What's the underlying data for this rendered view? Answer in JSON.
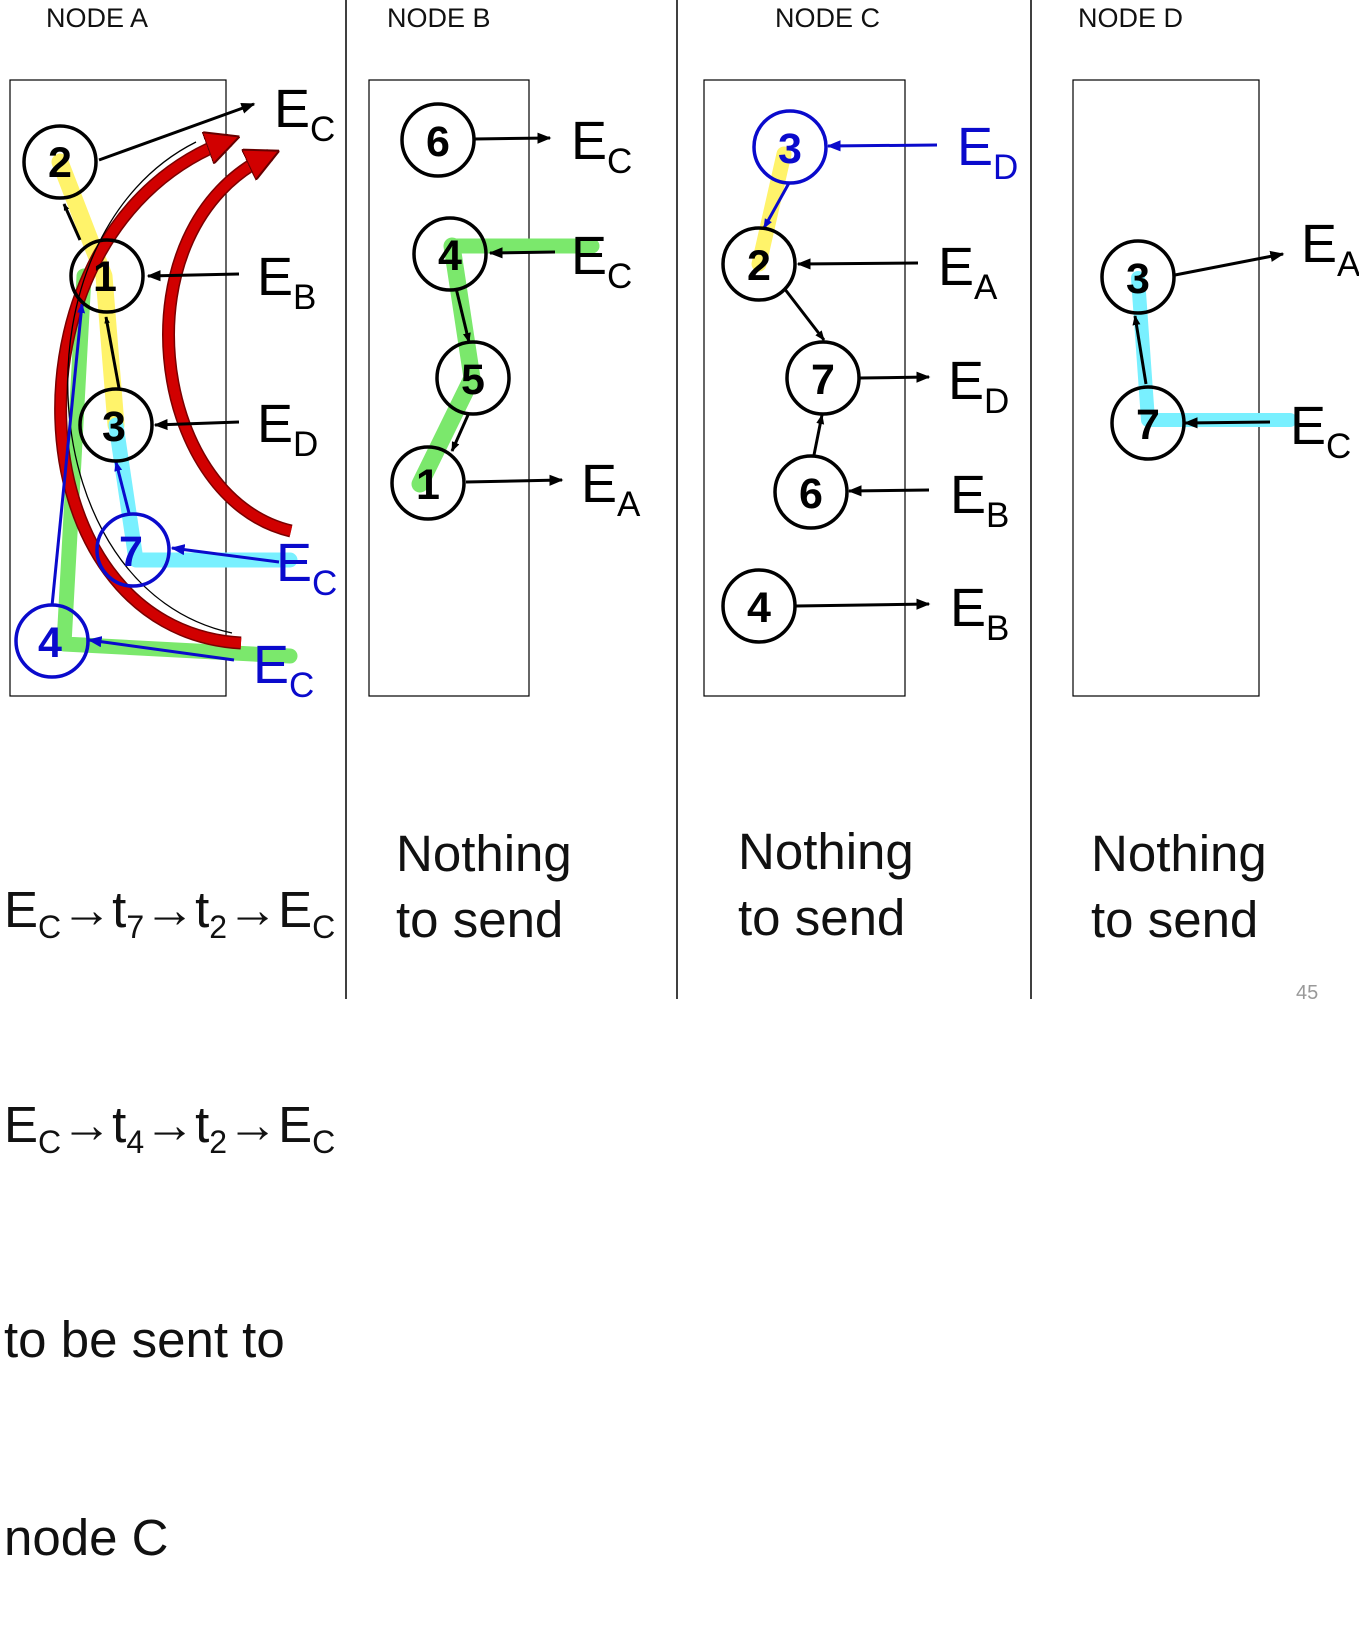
{
  "colors": {
    "black": "#000000",
    "blue": "#0a0acc",
    "red": "#d10000",
    "yellow_highlight": "#fff36a",
    "green_highlight": "#7be86c",
    "cyan_highlight": "#79f0ff"
  },
  "nodes": [
    {
      "title": "NODE A",
      "tasks": [
        {
          "id": "2",
          "color": "black"
        },
        {
          "id": "1",
          "color": "black"
        },
        {
          "id": "3",
          "color": "black"
        },
        {
          "id": "7",
          "color": "blue"
        },
        {
          "id": "4",
          "color": "blue"
        }
      ],
      "events": [
        {
          "main": "E",
          "sub": "C",
          "color": "black"
        },
        {
          "main": "E",
          "sub": "B",
          "color": "black"
        },
        {
          "main": "E",
          "sub": "D",
          "color": "black"
        },
        {
          "main": "E",
          "sub": "C",
          "color": "blue"
        },
        {
          "main": "E",
          "sub": "C",
          "color": "blue"
        }
      ],
      "caption": [
        [
          {
            "t": "E"
          },
          {
            "sub": "C"
          },
          {
            "t": "→t"
          },
          {
            "sub": "7"
          },
          {
            "t": "→t"
          },
          {
            "sub": "2"
          },
          {
            "t": "→E"
          },
          {
            "sub": "C"
          }
        ],
        [
          {
            "t": "E"
          },
          {
            "sub": "C"
          },
          {
            "t": "→t"
          },
          {
            "sub": "4"
          },
          {
            "t": "→t"
          },
          {
            "sub": "2"
          },
          {
            "t": "→E"
          },
          {
            "sub": "C"
          }
        ],
        [
          {
            "t": "to be sent to"
          }
        ],
        [
          {
            "t": "node C"
          }
        ]
      ]
    },
    {
      "title": "NODE B",
      "tasks": [
        {
          "id": "6",
          "color": "black"
        },
        {
          "id": "4",
          "color": "black"
        },
        {
          "id": "5",
          "color": "black"
        },
        {
          "id": "1",
          "color": "black"
        }
      ],
      "events": [
        {
          "main": "E",
          "sub": "C",
          "color": "black"
        },
        {
          "main": "E",
          "sub": "C",
          "color": "black"
        },
        {
          "main": "E",
          "sub": "A",
          "color": "black"
        }
      ],
      "caption": "Nothing\nto send"
    },
    {
      "title": "NODE C",
      "tasks": [
        {
          "id": "3",
          "color": "blue"
        },
        {
          "id": "2",
          "color": "black"
        },
        {
          "id": "7",
          "color": "black"
        },
        {
          "id": "6",
          "color": "black"
        },
        {
          "id": "4",
          "color": "black"
        }
      ],
      "events": [
        {
          "main": "E",
          "sub": "D",
          "color": "blue"
        },
        {
          "main": "E",
          "sub": "A",
          "color": "black"
        },
        {
          "main": "E",
          "sub": "D",
          "color": "black"
        },
        {
          "main": "E",
          "sub": "B",
          "color": "black"
        },
        {
          "main": "E",
          "sub": "B",
          "color": "black"
        }
      ],
      "caption": "Nothing\nto send"
    },
    {
      "title": "NODE D",
      "tasks": [
        {
          "id": "3",
          "color": "black"
        },
        {
          "id": "7",
          "color": "black"
        }
      ],
      "events": [
        {
          "main": "E",
          "sub": "A",
          "color": "black"
        },
        {
          "main": "E",
          "sub": "C",
          "color": "black"
        }
      ],
      "caption": "Nothing\nto send"
    }
  ],
  "page_number": "45"
}
